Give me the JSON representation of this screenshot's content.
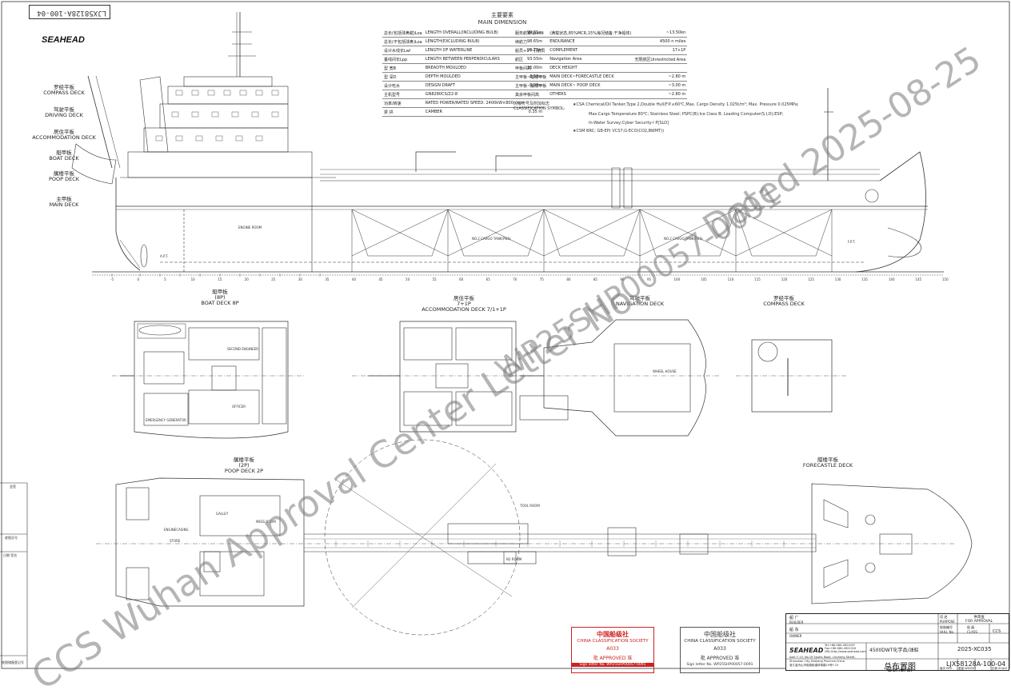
{
  "drawing_number_vertical": "LJX58128A-100-04",
  "logo_text": "SEAHEAD",
  "main_dimension": {
    "title_cn": "主要要素",
    "title_en": "MAIN DIMENSION",
    "rows": [
      {
        "cn": "总长(包括球鼻艏)Loa",
        "en": "LENGTH OVERALL(INCLUDING BULB)",
        "val": "99.85m"
      },
      {
        "cn": "总长(不包括球鼻)Loa",
        "en": "LENGTH(EXCLUDING BULB)",
        "val": "98.65m"
      },
      {
        "cn": "设计水线长Lwl",
        "en": "LENGTH OF WATERLINE",
        "val": "95.75m"
      },
      {
        "cn": "垂线间长Lpp",
        "en": "LENGTH BETWEEN PERPENDICULARS",
        "val": "93.55m"
      },
      {
        "cn": "型 宽B",
        "en": "BREADTH MOULDED",
        "val": "16.00m"
      },
      {
        "cn": "型 深D",
        "en": "DEPTH MOULDED",
        "val": "8.10m"
      },
      {
        "cn": "设计吃水",
        "en": "DESIGN DRAFT",
        "val": "5.90m"
      },
      {
        "cn": "主机型号",
        "en": "GN8280CS/Z2-8",
        "val": ""
      },
      {
        "cn": "功率/转速",
        "en": "RATED POWER/RATED SPEED: 2400kW×800r/min",
        "val": ""
      },
      {
        "cn": "梁 拱",
        "en": "CAMBER",
        "val": "0.35 m"
      }
    ],
    "rows_right": [
      {
        "cn": "服务航速Speed",
        "en": "(满载状态,85%MCR,15%海况储备,干净船体)",
        "val": "~13.50kn"
      },
      {
        "cn": "续航力",
        "en": "ENDURANCE",
        "val": "4500 n miles"
      },
      {
        "cn": "船员+1个引航员",
        "en": "COMPLEMENT",
        "val": "17+1P"
      },
      {
        "cn": "航区",
        "en": "Navigation Area",
        "val": "无限航区Unrestricted Area"
      },
      {
        "cn": "甲板间高",
        "en": "DECK HEIGHT",
        "val": ""
      },
      {
        "cn": "主甲板~艏楼甲板",
        "en": "MAIN DECK~FORECASTLE DECK",
        "val": "~2.80 m"
      },
      {
        "cn": "主甲板~艉楼甲板",
        "en": "MAIN DECK~ POOP DECK",
        "val": "~3.00 m"
      },
      {
        "cn": "其余甲板间高",
        "en": "OTHERS",
        "val": "~2.80 m"
      }
    ],
    "class_label": "入级符号及附加标志",
    "class_label_en": "CLASSIFICATION SYMBOL:",
    "class_csa": "★CSA  Chemical/Oil Tanker,Type 2,Double Hull(F.P.≤60℃,Max. Cargo Density 1.025t/m³; Max. Pressure 0.025MPa;",
    "class_csa2": "Max.Cargo Temperature 80℃; Stainless Steel; PSPC(B);Ice Class B;  Loading Computer(S,I,D);ESP;",
    "class_csa3": "In-Water Survey;Cyber Security-I P[SLO]",
    "class_csm": "★CSM  BRC; GB-EP( VCS7;G-ECO(CO2,BWMT))"
  },
  "side_deck_labels": [
    {
      "cn": "罗经平板",
      "en": "COMPASS DECK"
    },
    {
      "cn": "驾驶平板",
      "en": "DRIVING DECK"
    },
    {
      "cn": "居住平板",
      "en": "ACCOMMODATION DECK"
    },
    {
      "cn": "艇甲板",
      "en": "BOAT DECK"
    },
    {
      "cn": "艉楼平板",
      "en": "POOP DECK"
    },
    {
      "cn": "主甲板",
      "en": "MAIN DECK"
    }
  ],
  "plan_titles": {
    "boat": {
      "cn": "艇甲板",
      "sub": "(8P)",
      "en": "BOAT DECK 8P"
    },
    "accommodation": {
      "cn": "居住平板",
      "sub": "7+1P",
      "en": "ACCOMMODATION DECK 7/1+1P"
    },
    "navigation": {
      "cn": "驾驶平板",
      "en": "NAVIGATION DECK"
    },
    "compass": {
      "cn": "罗经平板",
      "en": "COMPASS DECK"
    },
    "poop": {
      "cn": "艉楼平板",
      "sub": "(2P)",
      "en": "POOP DECK 2P"
    },
    "forecastle": {
      "cn": "艏楼平板",
      "en": "FORECASTLE DECK"
    }
  },
  "room_labels": {
    "engine_room": "ENGINE ROOM",
    "emergency_generator": "EMERGENCY GENERATOR",
    "second_engineer": "SECOND ENGINEER",
    "officer": "OFFICER",
    "wheel_house": "WHEEL HOUSE",
    "galley": "GALLEY",
    "engine_casing": "ENGINECASING",
    "store": "STORE",
    "tool_room": "TOOL ROOM",
    "n2_room": "N2 ROOM",
    "mess": "MESS ROOM",
    "cargo_hold": "NO.2 CARGO TANK(P&S)",
    "fp": "F.P.T.",
    "ap": "A.P.T."
  },
  "frame_numbers": [
    "-5",
    "0",
    "5",
    "10",
    "15",
    "20",
    "25",
    "30",
    "35",
    "40",
    "45",
    "50",
    "55",
    "60",
    "65",
    "70",
    "75",
    "80",
    "85",
    "90",
    "95",
    "100",
    "105",
    "110",
    "115",
    "120",
    "125",
    "130",
    "135",
    "140",
    "145",
    "150"
  ],
  "stamp_red": {
    "cn": "中国船级社",
    "en": "CHINA CLASSIFICATION SOCIETY",
    "code": "A033",
    "approved": "批 APPROVED 准",
    "letter": "Sign letter No. WP25SHP00057-0091"
  },
  "stamp_grey": {
    "cn": "中国船级社",
    "en": "CHINA CLASSIFICATION SOCIETY",
    "code": "A033",
    "approved": "批  APPROVED  准",
    "letter": "Sign letter No. WP25SHP00057-0091"
  },
  "title_block": {
    "builder_cn": "船 厂",
    "builder_en": "BUILDER",
    "owner_cn": "船 东",
    "owner_en": "OWNER",
    "purpose_cn": "用 途",
    "purpose_en": "PURPOSE",
    "purpose_val_cn": "供审查",
    "purpose_val_en": "FOR APPROVAL",
    "hull_cn": "船舶编号",
    "hull_en": "HULL No.",
    "class_cn": "船 级",
    "class_en": "CLASS",
    "class_val": "CCS",
    "project": "4500DWT化学品/油船",
    "project_no": "2025-XC035",
    "company_line1": "Tel:+86-580-2621007",
    "company_line2": "Fax:+86-580-2621010",
    "company_line3": "URL:http://www.seahead.com",
    "company_line4": "Add: F-15, No.19 Sports Road, Lincheng Street,",
    "company_line5": "Zhoushan City,Zhejiang Province,China",
    "company_line6": "浙江省舟山市临城街道体育路19号F-15",
    "drawing_title_cn": "总布置图",
    "drawing_title_en": "General",
    "drawing_no": "LJX58128A-100-04",
    "rev_label": "版次 REV.",
    "weight_label": "重量 WEIGHT",
    "scale_label": "比例 SCALE"
  },
  "left_strip": {
    "row1": "会签",
    "row2": "底图总号",
    "row3": "日期 签名",
    "row4": "底图储备登记号"
  },
  "watermarks": {
    "w1": "CCS Wuhan Approval Center Letter No.",
    "w2": "WP25SHP00057-0091",
    "w3": "Dated 2025-08-25"
  }
}
